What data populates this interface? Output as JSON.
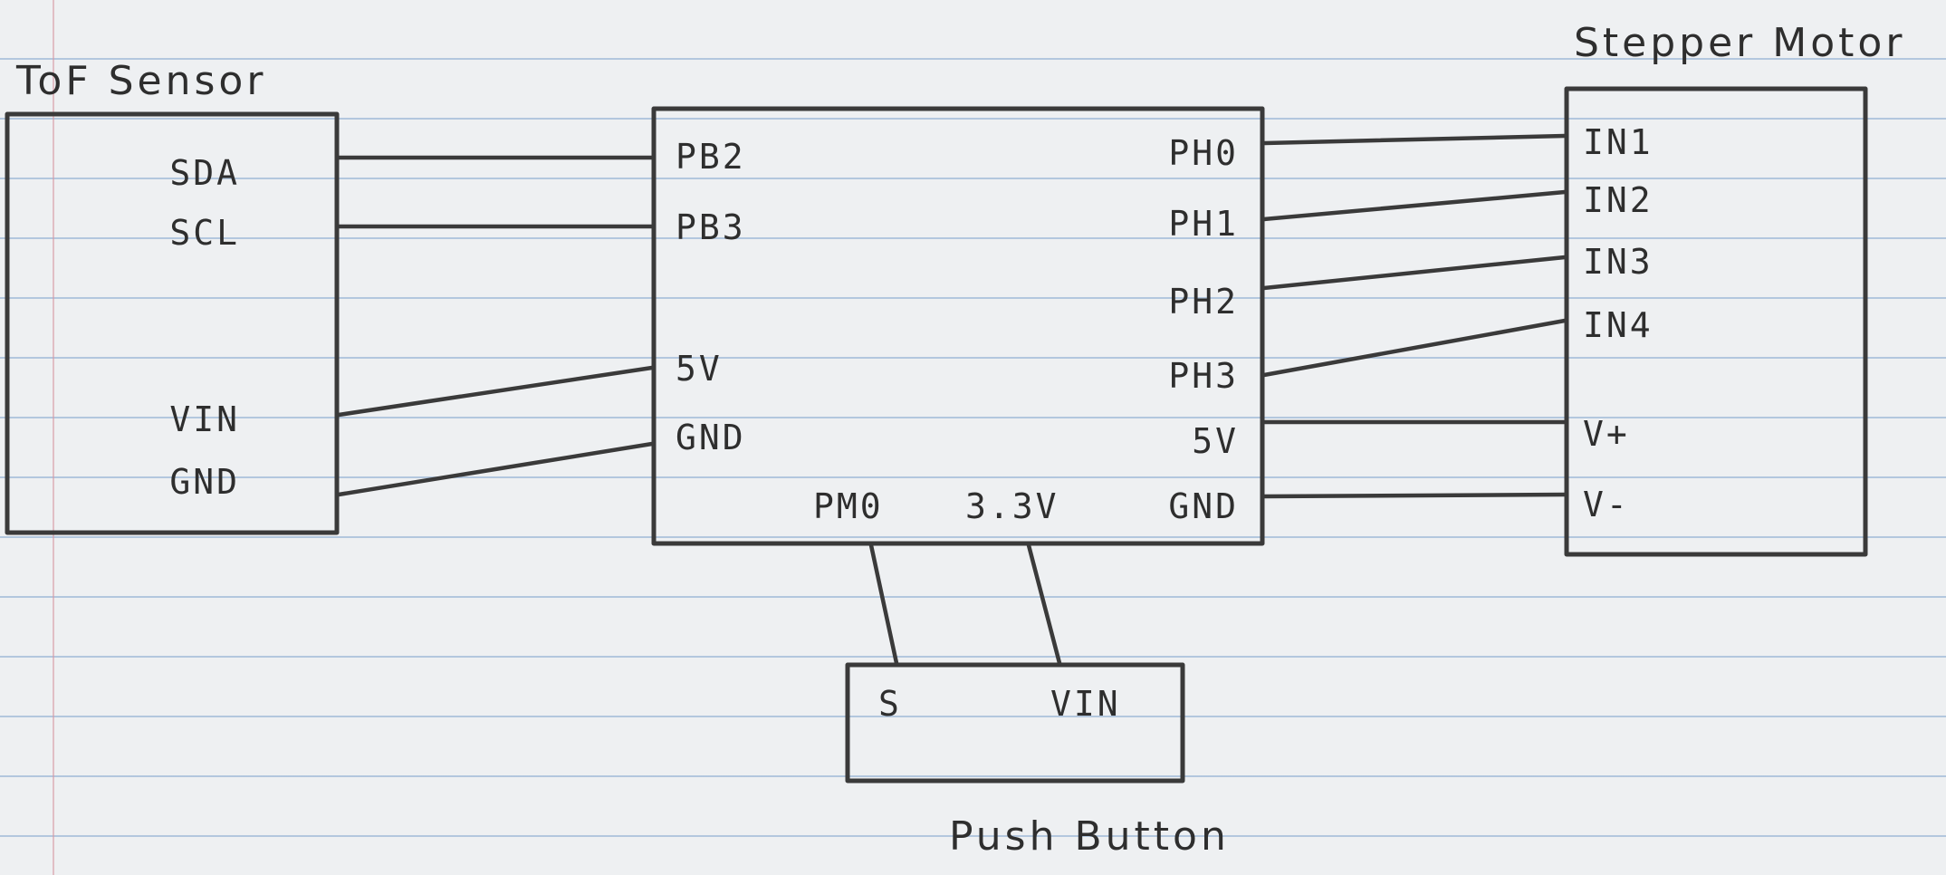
{
  "components": {
    "tof_sensor": {
      "title": "ToF Sensor",
      "pins": [
        "SDA",
        "SCL",
        "VIN",
        "GND"
      ]
    },
    "microcontroller": {
      "left_pins": [
        "PB2",
        "PB3",
        "5V",
        "GND"
      ],
      "right_pins": [
        "PH0",
        "PH1",
        "PH2",
        "PH3",
        "5V",
        "GND"
      ],
      "bottom_pins": [
        "PM0",
        "3.3V"
      ]
    },
    "stepper_motor": {
      "title": "Stepper Motor",
      "pins": [
        "IN1",
        "IN2",
        "IN3",
        "IN4",
        "V+",
        "V-"
      ]
    },
    "push_button": {
      "title": "Push Button",
      "pins": [
        "S",
        "VIN"
      ]
    }
  },
  "connections": [
    {
      "from": "SDA",
      "to": "PB2"
    },
    {
      "from": "SCL",
      "to": "PB3"
    },
    {
      "from": "VIN",
      "to": "5V"
    },
    {
      "from": "GND",
      "to": "GND"
    },
    {
      "from": "PH0",
      "to": "IN1"
    },
    {
      "from": "PH1",
      "to": "IN2"
    },
    {
      "from": "PH2",
      "to": "IN3"
    },
    {
      "from": "PH3",
      "to": "IN4"
    },
    {
      "from": "5V",
      "to": "V+"
    },
    {
      "from": "GND",
      "to": "V-"
    },
    {
      "from": "PM0",
      "to": "S"
    },
    {
      "from": "3.3V",
      "to": "VIN"
    }
  ]
}
